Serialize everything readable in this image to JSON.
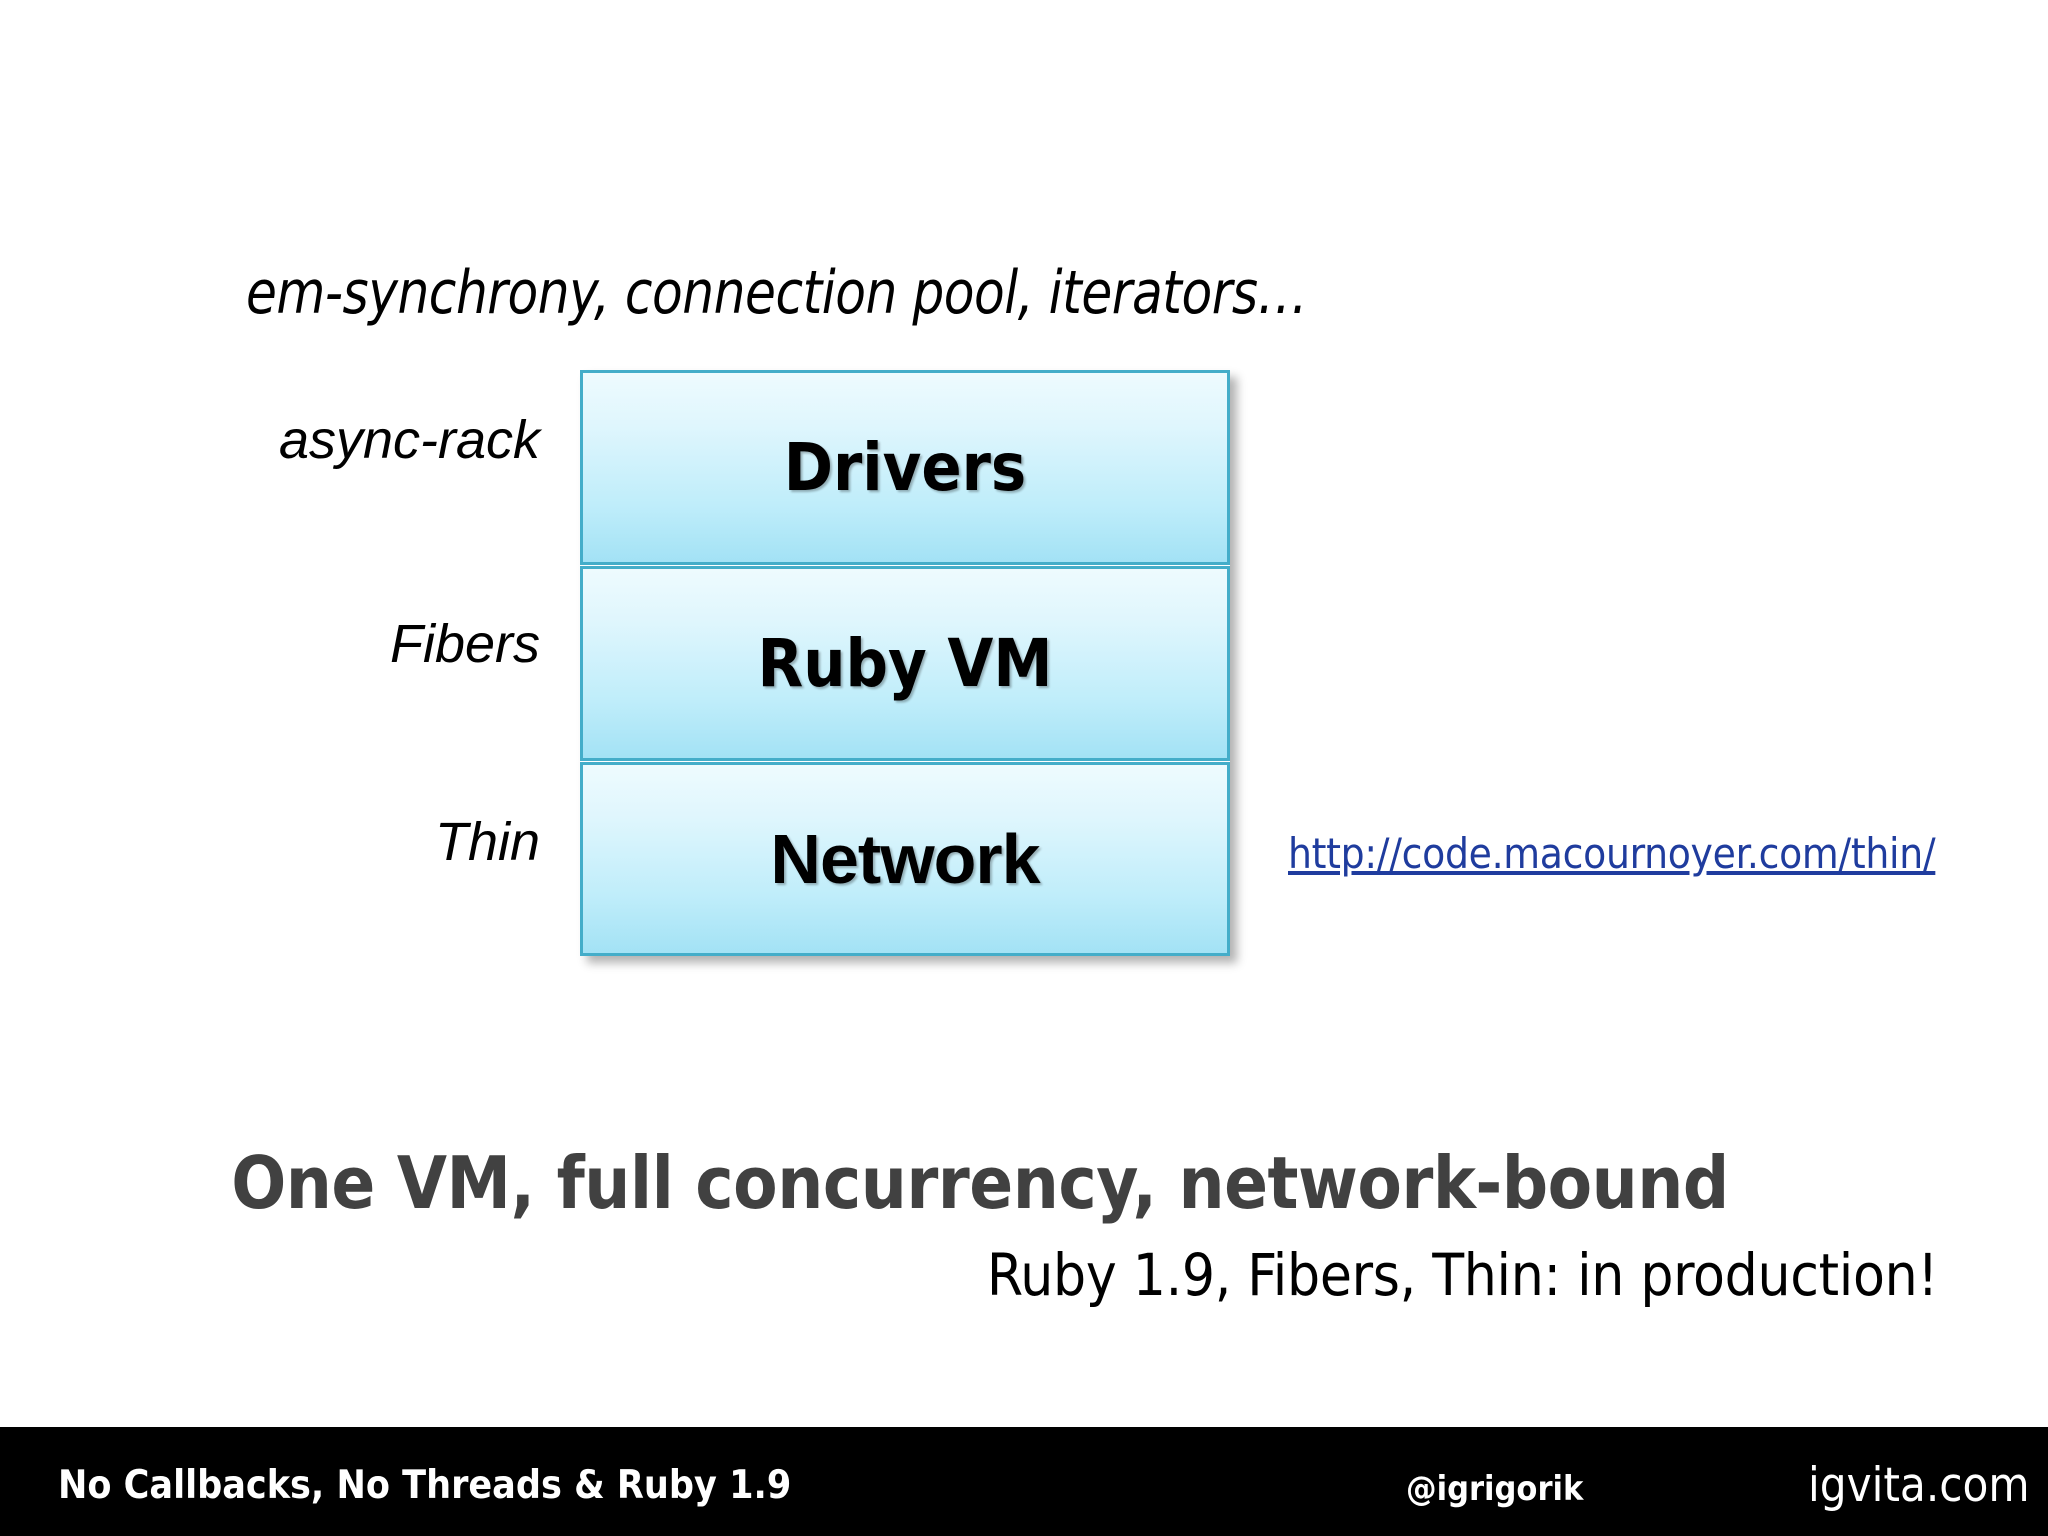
{
  "slide": {
    "background_color": "#ffffff",
    "top_note": "em-synchrony, connection pool, iterators…",
    "headline": "One VM, full concurrency, network-bound",
    "headline_color": "#414141",
    "subline": "Ruby 1.9, Fibers, Thin: in production!"
  },
  "side_labels": [
    {
      "text": "async-rack"
    },
    {
      "text": "Fibers"
    },
    {
      "text": "Thin"
    }
  ],
  "stack": {
    "border_color": "#44ADC9",
    "fill_top_color": "#EEFBFE",
    "fill_bottom_color": "#A3E2F5",
    "layers": [
      {
        "label": "Drivers"
      },
      {
        "label": "Ruby VM"
      },
      {
        "label": "Network"
      }
    ]
  },
  "link": {
    "text": "http://code.macournoyer.com/thin/",
    "color": "#1F3C9E"
  },
  "footer": {
    "background_color": "#000000",
    "title": "No Callbacks, No Threads & Ruby 1.9",
    "handle": "@igrigorik",
    "site": "igvita.com"
  }
}
